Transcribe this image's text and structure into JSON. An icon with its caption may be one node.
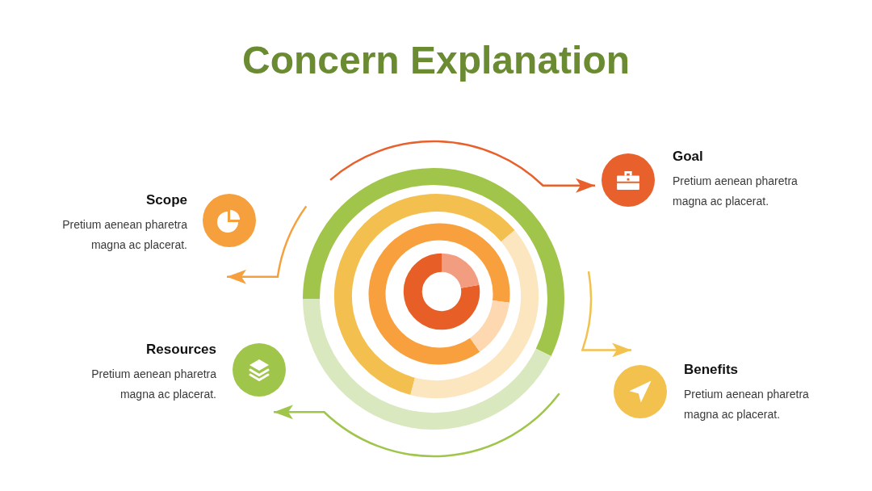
{
  "diagram": {
    "title": "Concern Explanation",
    "nodes": [
      {
        "text": [
          "Goal",
          "Pretium aenean pharetra magna ac placerat."
        ]
      },
      {
        "text": [
          "Scope",
          "Pretium aenean pharetra magna ac placerat."
        ]
      },
      {
        "text": [
          "Resources",
          "Pretium aenean pharetra magna ac placerat."
        ]
      },
      {
        "text": [
          "Benefits",
          "Pretium aenean pharetra magna ac placerat."
        ]
      }
    ],
    "edges": [
      {
        "from": null,
        "to": 0,
        "arrow": "to",
        "color": "#e8602c"
      },
      {
        "from": null,
        "to": 3,
        "arrow": "to",
        "color": "#f2c14e"
      },
      {
        "from": null,
        "to": 2,
        "arrow": "to",
        "color": "#9fc54a"
      },
      {
        "from": null,
        "to": 1,
        "arrow": "to",
        "color": "#f5a03c"
      }
    ]
  }
}
